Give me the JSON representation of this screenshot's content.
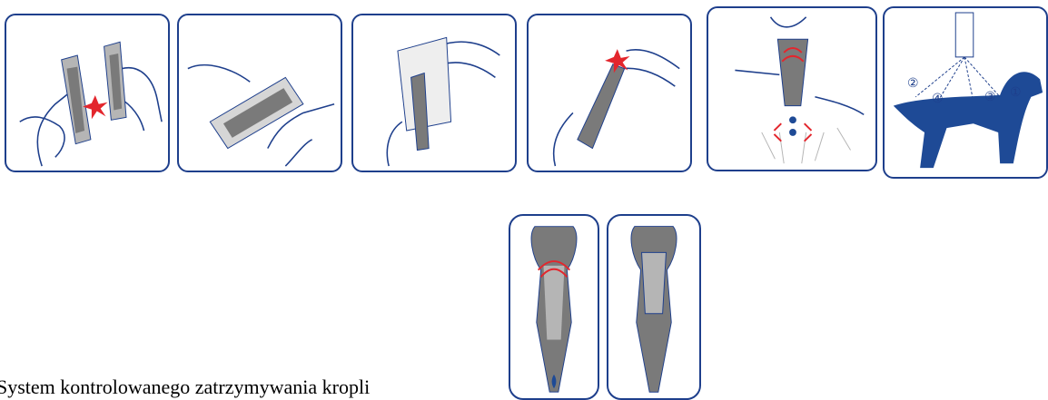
{
  "caption": "System kontrolowanego zatrzymywania kropli",
  "colors": {
    "border": "#1e3f8c",
    "line": "#1e3f8c",
    "pipette": "#7a7a7a",
    "pipette_light": "#b5b5b5",
    "accent_red": "#e3262d",
    "dog": "#1e4a96"
  },
  "figures": [
    {
      "icon": "tear-pipette-from-card-icon"
    },
    {
      "icon": "hold-pipette-blister-icon"
    },
    {
      "icon": "peel-foil-icon"
    },
    {
      "icon": "snap-off-tip-icon"
    },
    {
      "icon": "apply-to-skin-icon"
    },
    {
      "icon": "dog-application-points-icon",
      "markers": [
        "①",
        "②",
        "③",
        "④"
      ]
    },
    {
      "icon": "squeeze-release-drop-icon"
    },
    {
      "icon": "pipette-closed-icon"
    }
  ]
}
